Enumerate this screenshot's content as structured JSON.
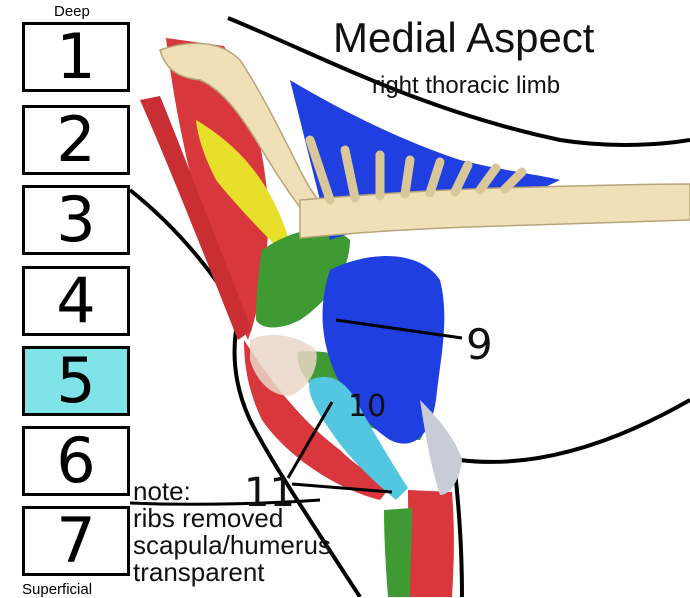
{
  "header": {
    "title": "Medial Aspect",
    "subtitle": "right thoracic limb"
  },
  "layer_nav": {
    "top_label": "Deep",
    "bottom_label": "Superficial",
    "buttons": [
      "1",
      "2",
      "3",
      "4",
      "5",
      "6",
      "7"
    ],
    "active_index": 4,
    "active_color": "#7fe3e7"
  },
  "callouts": {
    "nine": "9",
    "ten": "10",
    "eleven": "11"
  },
  "note": {
    "line1": "note:",
    "line2": "ribs removed",
    "line3": "scapula/humerus",
    "line4": "transparent"
  },
  "colors": {
    "muscle_red": "#d8373c",
    "muscle_blue": "#1f3fe0",
    "muscle_green": "#3f9a34",
    "muscle_yellow": "#e8df2a",
    "muscle_cyan": "#53c6e0",
    "bone": "#efe0b8",
    "outline": "#000000"
  }
}
